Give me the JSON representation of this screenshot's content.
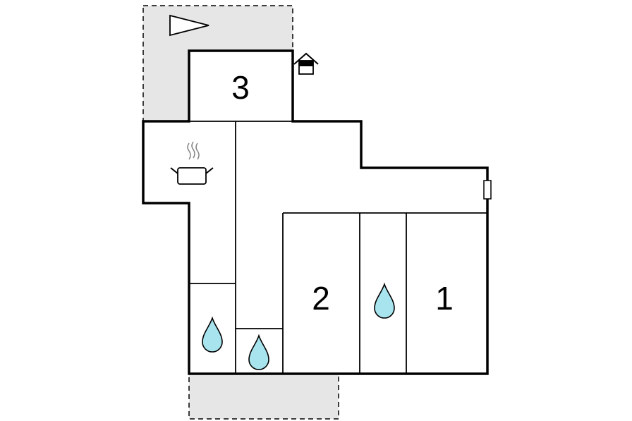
{
  "rooms": [
    {
      "id": "room-1",
      "label": "1"
    },
    {
      "id": "room-2",
      "label": "2"
    },
    {
      "id": "room-3",
      "label": "3"
    }
  ],
  "icons": {
    "north": "north-arrow-icon",
    "entrance": "house-entrance-icon",
    "kitchen": "cooking-pot-icon",
    "bathroom": "water-drop-icon",
    "window": "window-icon"
  },
  "colors": {
    "wall": "#000000",
    "terrace": "#e6e6e6",
    "water": "#a8e4ee",
    "background": "#ffffff"
  }
}
